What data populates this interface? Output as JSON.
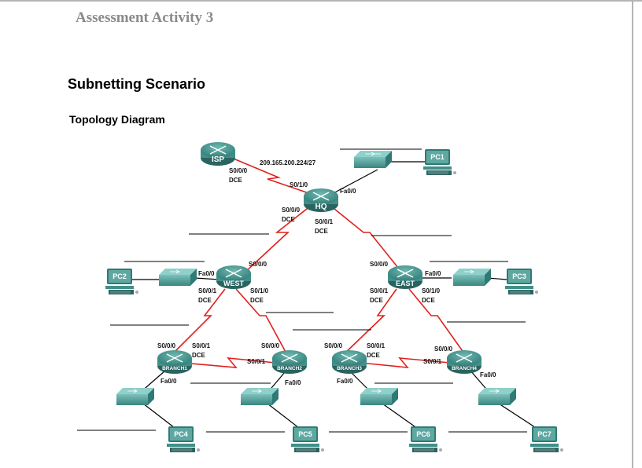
{
  "header": {
    "title": "Assessment Activity 3"
  },
  "section": {
    "title": "Subnetting Scenario"
  },
  "subsection": {
    "title": "Topology Diagram"
  },
  "network": {
    "isp_hq": "209.165.200.224/27"
  },
  "routers": {
    "isp": "ISP",
    "hq": "HQ",
    "west": "WEST",
    "east": "EAST",
    "branch1": "BRANCH1",
    "branch2": "BRANCH2",
    "branch3": "BRANCH3",
    "branch4": "BRANCH4"
  },
  "pcs": {
    "pc1": "PC1",
    "pc2": "PC2",
    "pc3": "PC3",
    "pc4": "PC4",
    "pc5": "PC5",
    "pc6": "PC6",
    "pc7": "PC7"
  },
  "interfaces": {
    "isp_s000": "S0/0/0",
    "isp_dce": "DCE",
    "hq_s010": "S0/1/0",
    "hq_fa00": "Fa0/0",
    "hq_s000": "S0/0/0",
    "hq_s000_dce": "DCE",
    "hq_s001": "S0/0/1",
    "hq_s001_dce": "DCE",
    "west_s000": "S0/0/0",
    "west_fa00": "Fa0/0",
    "west_s001": "S0/0/1",
    "west_s001_dce": "DCE",
    "west_s010": "S0/1/0",
    "west_s010_dce": "DCE",
    "east_s000": "S0/0/0",
    "east_fa00": "Fa0/0",
    "east_s001": "S0/0/1",
    "east_s001_dce": "DCE",
    "east_s010": "S0/1/0",
    "east_s010_dce": "DCE",
    "b1_s000": "S0/0/0",
    "b1_s001": "S0/0/1",
    "b1_dce": "DCE",
    "b1_fa00": "Fa0/0",
    "b2_s000": "S0/0/0",
    "b2_s001": "S0/0/1",
    "b2_fa00": "Fa0/0",
    "b3_s000": "S0/0/0",
    "b3_s001": "S0/0/1",
    "b3_dce": "DCE",
    "b3_fa00": "Fa0/0",
    "b4_s000": "S0/0/0",
    "b4_s001": "S0/0/1",
    "b4_fa00": "Fa0/0"
  },
  "colors": {
    "device": "#3f8f8a",
    "device_dark": "#2a6460",
    "serial_link": "#e0201c",
    "ethernet_link": "#000000",
    "blank_line": "#000000",
    "page_border": "#b5b5b5",
    "header_text": "#8a8a8a"
  },
  "icons": {
    "router": "router-icon",
    "switch": "switch-icon",
    "pc": "pc-icon"
  }
}
